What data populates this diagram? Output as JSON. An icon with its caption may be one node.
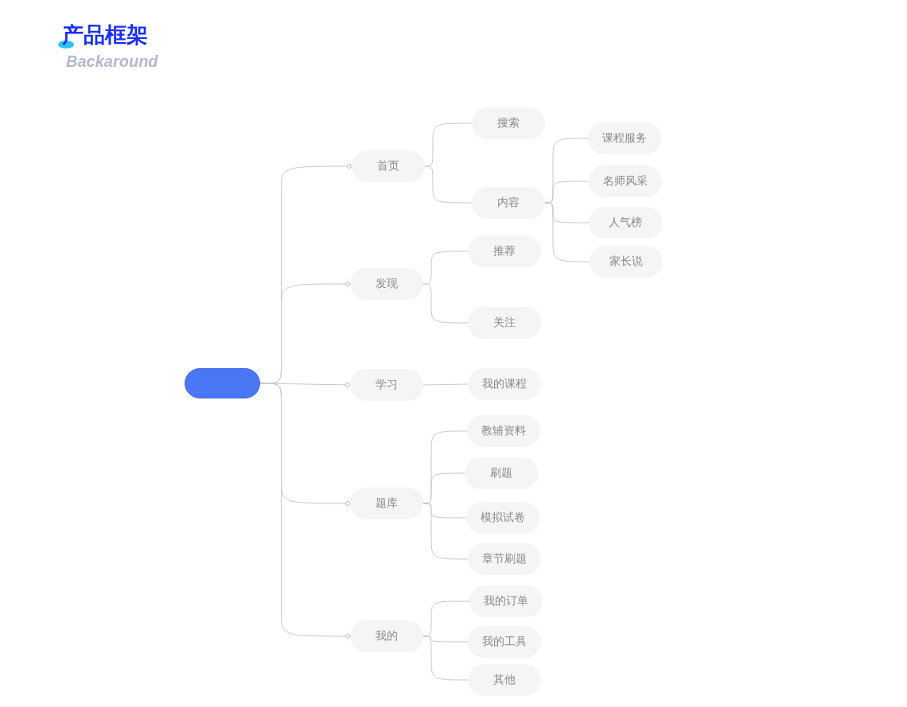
{
  "diagram": {
    "title": "产品框架",
    "labels": [
      "Backaround"
    ],
    "nodes": [
      {
        "text": [],
        "shape": "box"
      },
      {
        "text": [
          "首页"
        ]
      },
      {
        "text": [
          "搜索"
        ]
      },
      {
        "text": [
          "内容"
        ]
      },
      {
        "text": [
          "课程服务"
        ]
      },
      {
        "text": [
          "名师风采"
        ]
      },
      {
        "text": [
          "人气榜"
        ]
      },
      {
        "text": [
          "家长说"
        ]
      },
      {
        "text": [
          "发现"
        ]
      },
      {
        "text": [
          "推荐"
        ]
      },
      {
        "text": [
          "关注"
        ]
      },
      {
        "text": [
          "学习"
        ]
      },
      {
        "text": [
          "我的课程"
        ]
      },
      {
        "text": [
          "题库"
        ]
      },
      {
        "text": [
          "教辅资料"
        ]
      },
      {
        "text": [
          "刷题"
        ]
      },
      {
        "text": [
          "模拟试卷"
        ]
      },
      {
        "text": [
          "章节刷题"
        ]
      },
      {
        "text": [
          "我的"
        ]
      },
      {
        "text": [
          "我的订单"
        ]
      },
      {
        "text": [
          "我的工具"
        ]
      },
      {
        "text": [
          "其他"
        ]
      }
    ],
    "edges": [
      {
        "from": 0,
        "to": 1,
        "arrow": "other"
      },
      {
        "from": 1,
        "to": 2,
        "arrow": "none"
      },
      {
        "from": 1,
        "to": 3,
        "arrow": "none"
      },
      {
        "from": 3,
        "to": 4,
        "arrow": "none"
      },
      {
        "from": 3,
        "to": 5,
        "arrow": "none"
      },
      {
        "from": 3,
        "to": 6,
        "arrow": "none"
      },
      {
        "from": 3,
        "to": 7,
        "arrow": "none"
      },
      {
        "from": 0,
        "to": 8,
        "arrow": "other"
      },
      {
        "from": 8,
        "to": 9,
        "arrow": "none"
      },
      {
        "from": 8,
        "to": 10,
        "arrow": "none"
      },
      {
        "from": 0,
        "to": 11,
        "arrow": "other"
      },
      {
        "from": 11,
        "to": 12,
        "arrow": "none"
      },
      {
        "from": 0,
        "to": 13,
        "arrow": "other"
      },
      {
        "from": 13,
        "to": 14,
        "arrow": "none"
      },
      {
        "from": 13,
        "to": 15,
        "arrow": "none"
      },
      {
        "from": 13,
        "to": 16,
        "arrow": "none"
      },
      {
        "from": 13,
        "to": 17,
        "arrow": "none"
      },
      {
        "from": 0,
        "to": 18,
        "arrow": "other"
      },
      {
        "from": 18,
        "to": 19,
        "arrow": "none"
      },
      {
        "from": 18,
        "to": 20,
        "arrow": "none"
      },
      {
        "from": 18,
        "to": 21,
        "arrow": "none"
      }
    ]
  }
}
